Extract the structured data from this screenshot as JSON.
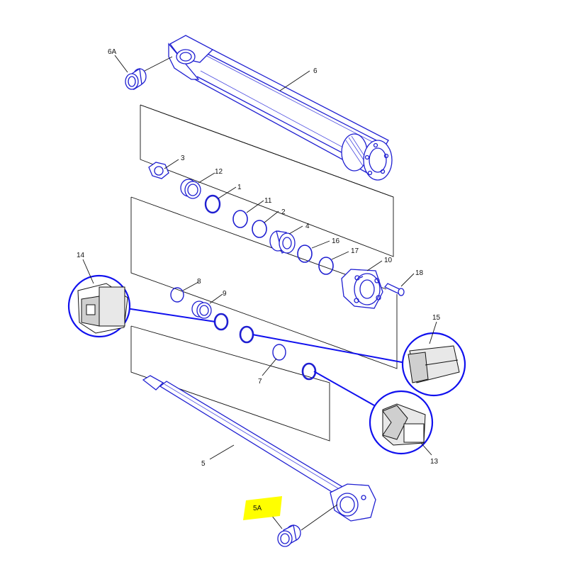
{
  "highlight_color": "#ffff00",
  "part_color": "#1f1fd1",
  "callout_color": "#1010ee",
  "labels": {
    "p6A": "6A",
    "p6": "6",
    "p3": "3",
    "p12": "12",
    "p1": "1",
    "p11": "11",
    "p2": "2",
    "p4": "4",
    "p16": "16",
    "p17": "17",
    "p10": "10",
    "p18": "18",
    "p14": "14",
    "p8": "8",
    "p9": "9",
    "p15": "15",
    "p7": "7",
    "p13": "13",
    "p5": "5",
    "p5A": "5A"
  }
}
